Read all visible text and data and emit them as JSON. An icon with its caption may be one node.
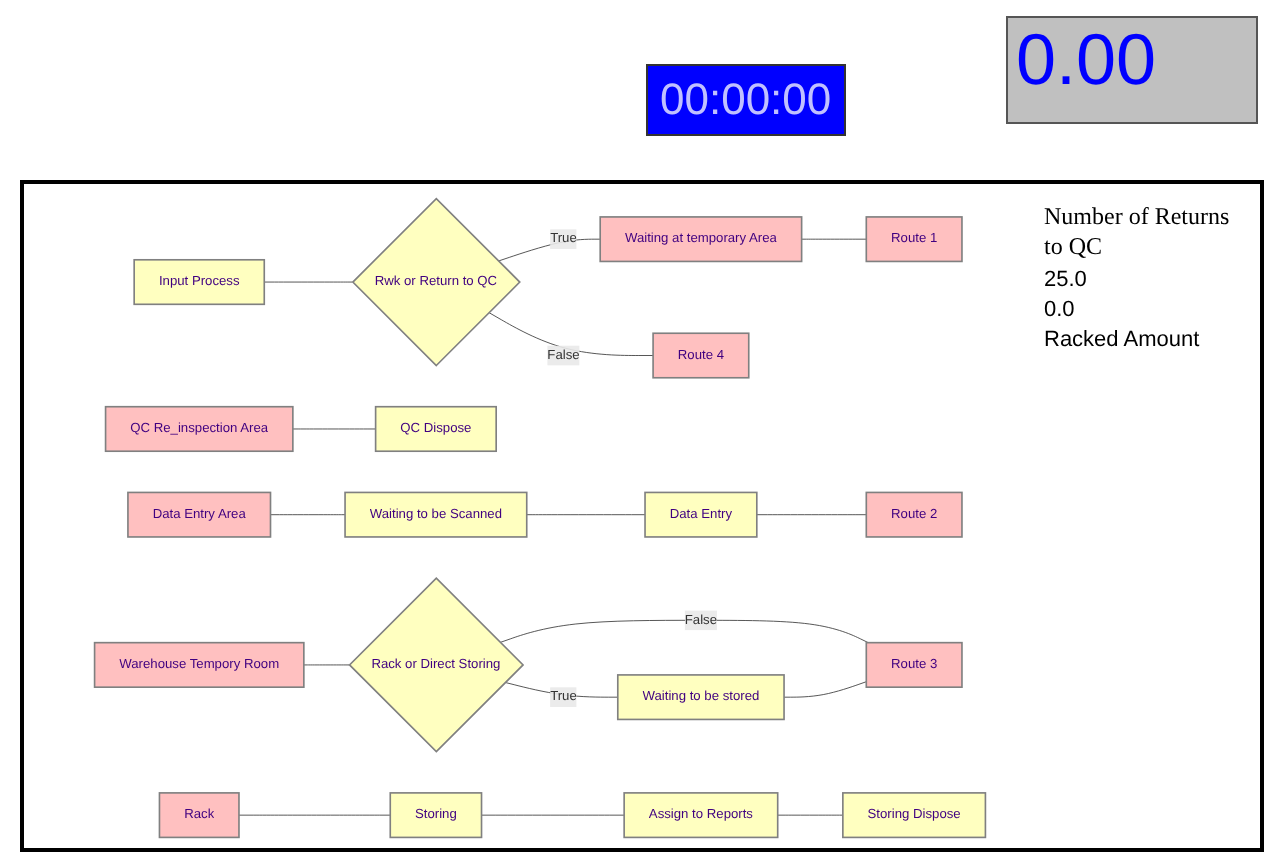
{
  "diagram": {
    "nodes": [
      {
        "text": [
          "Input Process"
        ]
      },
      {
        "text": [
          "Rwk or Return to QC"
        ]
      },
      {
        "text": [
          "Waiting at temporary Area"
        ]
      },
      {
        "text": [
          "Route 1"
        ]
      },
      {
        "text": [
          "Route 4"
        ]
      },
      {
        "text": [
          "QC Re_inspection Area"
        ]
      },
      {
        "text": [
          "QC Dispose"
        ]
      },
      {
        "text": [
          "Data Entry Area"
        ]
      },
      {
        "text": [
          "Waiting to be Scanned"
        ]
      },
      {
        "text": [
          "Data Entry"
        ]
      },
      {
        "text": [
          "Route 2"
        ]
      },
      {
        "text": [
          "Warehouse Tempory Room"
        ]
      },
      {
        "text": [
          "Rack or Direct Storing"
        ]
      },
      {
        "text": [
          "Waiting to be stored"
        ]
      },
      {
        "text": [
          "Route 3"
        ]
      },
      {
        "text": [
          "Rack"
        ]
      },
      {
        "text": [
          "Storing"
        ]
      },
      {
        "text": [
          "Assign to Reports"
        ]
      },
      {
        "text": [
          "Storing Dispose"
        ]
      }
    ],
    "edges": [
      {
        "from": 0,
        "to": 1,
        "arrow": "none"
      },
      {
        "from": 1,
        "to": 2,
        "label": "True",
        "arrow": "none"
      },
      {
        "from": 2,
        "to": 3,
        "arrow": "none"
      },
      {
        "from": 1,
        "to": 4,
        "label": "False",
        "arrow": "none"
      },
      {
        "from": 5,
        "to": 6,
        "arrow": "none"
      },
      {
        "from": 7,
        "to": 8,
        "arrow": "none"
      },
      {
        "from": 8,
        "to": 9,
        "arrow": "none"
      },
      {
        "from": 9,
        "to": 10,
        "arrow": "none"
      },
      {
        "from": 11,
        "to": 12,
        "arrow": "none"
      },
      {
        "from": 12,
        "to": 13,
        "label": "True",
        "arrow": "none"
      },
      {
        "from": 12,
        "to": 14,
        "label": "False",
        "arrow": "none"
      },
      {
        "from": 13,
        "to": 14,
        "arrow": "none"
      },
      {
        "from": 15,
        "to": 16,
        "arrow": "none"
      },
      {
        "from": 16,
        "to": 17,
        "arrow": "none"
      },
      {
        "from": 17,
        "to": 18,
        "arrow": "none"
      }
    ],
    "labels": [
      "00:00:00",
      "0.00",
      "Number of Returns to QC",
      "25.0",
      "0.0",
      "Racked Amount"
    ]
  }
}
